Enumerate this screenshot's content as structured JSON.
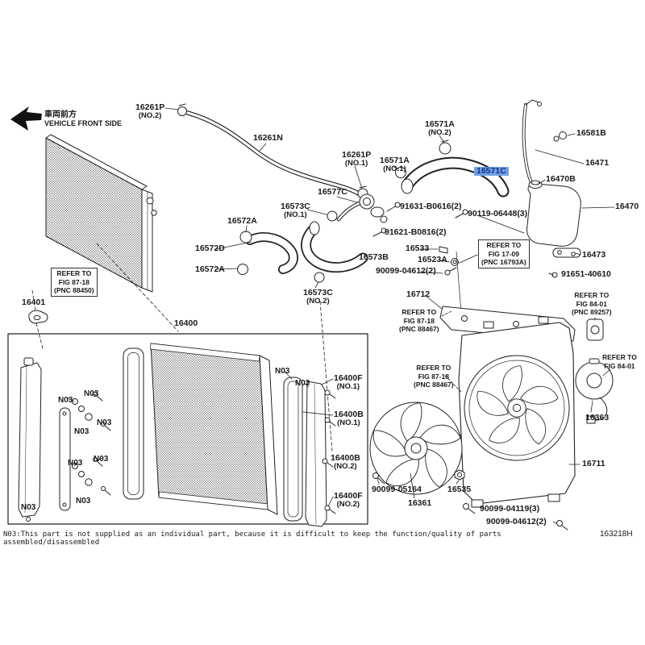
{
  "front_marker": {
    "jp": "車両前方",
    "en": "VEHICLE FRONT SIDE"
  },
  "highlight": {
    "bg": "#6ea0e0",
    "fg": "#15308c",
    "part": "16571C"
  },
  "n03": "N03",
  "labels": [
    {
      "text": "16261P",
      "sub": "(NO.2)"
    },
    {
      "text": "16261N",
      "sub": ""
    },
    {
      "text": "16261P",
      "sub": "(NO.1)"
    },
    {
      "text": "16571A",
      "sub": "(NO.1)"
    },
    {
      "text": "16571A",
      "sub": "(NO.2)"
    },
    {
      "text": "16571C",
      "sub": ""
    },
    {
      "text": "16581B",
      "sub": ""
    },
    {
      "text": "16471",
      "sub": ""
    },
    {
      "text": "16470B",
      "sub": ""
    },
    {
      "text": "16470",
      "sub": ""
    },
    {
      "text": "16577C",
      "sub": ""
    },
    {
      "text": "16573C",
      "sub": "(NO.1)"
    },
    {
      "text": "91631-B0616(2)",
      "sub": ""
    },
    {
      "text": "91621-B0816(2)",
      "sub": ""
    },
    {
      "text": "90119-06448(3)",
      "sub": ""
    },
    {
      "text": "16572A",
      "sub": ""
    },
    {
      "text": "16572D",
      "sub": ""
    },
    {
      "text": "16572A",
      "sub": ""
    },
    {
      "text": "16573B",
      "sub": ""
    },
    {
      "text": "16533",
      "sub": ""
    },
    {
      "text": "16523A",
      "sub": ""
    },
    {
      "text": "90099-04612(2)",
      "sub": ""
    },
    {
      "text": "16473",
      "sub": ""
    },
    {
      "text": "91651-40610",
      "sub": ""
    },
    {
      "text": "16712",
      "sub": ""
    },
    {
      "text": "16573C",
      "sub": "(NO.2)"
    },
    {
      "text": "16401",
      "sub": ""
    },
    {
      "text": "16400",
      "sub": ""
    },
    {
      "text": "16400F",
      "sub": "(NO.1)"
    },
    {
      "text": "16400B",
      "sub": "(NO.1)"
    },
    {
      "text": "16400B",
      "sub": "(NO.2)"
    },
    {
      "text": "16400F",
      "sub": "(NO.2)"
    },
    {
      "text": "90099-05164",
      "sub": ""
    },
    {
      "text": "16361",
      "sub": ""
    },
    {
      "text": "16535",
      "sub": ""
    },
    {
      "text": "90099-04119(3)",
      "sub": ""
    },
    {
      "text": "90099-04612(2)",
      "sub": ""
    },
    {
      "text": "16363",
      "sub": ""
    },
    {
      "text": "16711",
      "sub": ""
    }
  ],
  "refs": [
    {
      "l1": "REFER TO",
      "l2": "FIG 87-18",
      "l3": "(PNC 88450)"
    },
    {
      "l1": "REFER TO",
      "l2": "FIG 17-09",
      "l3": "(PNC 16793A)"
    },
    {
      "l1": "REFER TO",
      "l2": "FIG 84-01",
      "l3": "(PNC 89257)"
    },
    {
      "l1": "REFER TO",
      "l2": "FIG 87-18",
      "l3": "(PNC 88467)"
    },
    {
      "l1": "REFER TO",
      "l2": "FIG 87-18",
      "l3": "(PNC 88467)"
    },
    {
      "l1": "REFER TO",
      "l2": "FIG 84-01",
      "l3": ""
    }
  ],
  "footnote": "N03:This part is not supplied as an individual part, because it is difficult to keep the function/quality of parts assembled/disassembled",
  "doc_number": "163218H"
}
